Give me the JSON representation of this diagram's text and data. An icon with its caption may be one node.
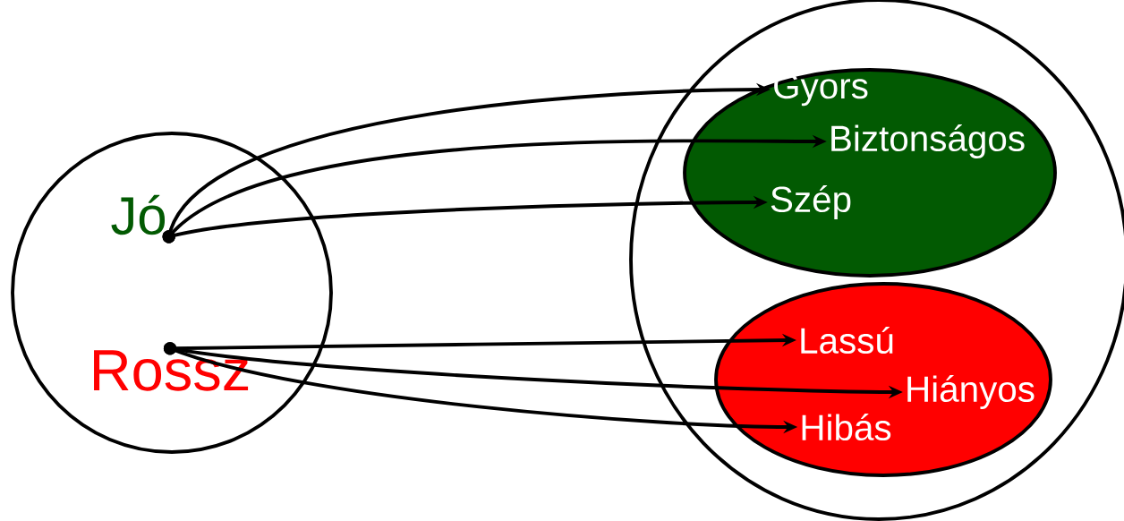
{
  "diagram": {
    "nodes": [
      {
        "text": [],
        "shape": "circle"
      },
      {
        "text": [
          "Jó"
        ],
        "in": 0
      },
      {
        "text": [
          "Rossz"
        ],
        "in": 0
      },
      {
        "text": [],
        "shape": "ellipse"
      },
      {
        "text": [],
        "shape": "ellipse",
        "in": 3
      },
      {
        "text": [
          "Gyors"
        ],
        "in": 4
      },
      {
        "text": [
          "Biztonságos"
        ],
        "in": 4
      },
      {
        "text": [
          "Szép"
        ],
        "in": 4
      },
      {
        "text": [],
        "shape": "ellipse",
        "in": 3
      },
      {
        "text": [
          "Lassú"
        ],
        "in": 8
      },
      {
        "text": [
          "Hiányos"
        ],
        "in": 8
      },
      {
        "text": [
          "Hibás"
        ],
        "in": 8
      }
    ],
    "edges": [
      {
        "from": 1,
        "to": 5,
        "arrow": "to"
      },
      {
        "from": 1,
        "to": 6,
        "arrow": "to"
      },
      {
        "from": 1,
        "to": 7,
        "arrow": "to"
      },
      {
        "from": 2,
        "to": 9,
        "arrow": "to"
      },
      {
        "from": 2,
        "to": 10,
        "arrow": "to"
      },
      {
        "from": 2,
        "to": 11,
        "arrow": "to"
      }
    ]
  }
}
